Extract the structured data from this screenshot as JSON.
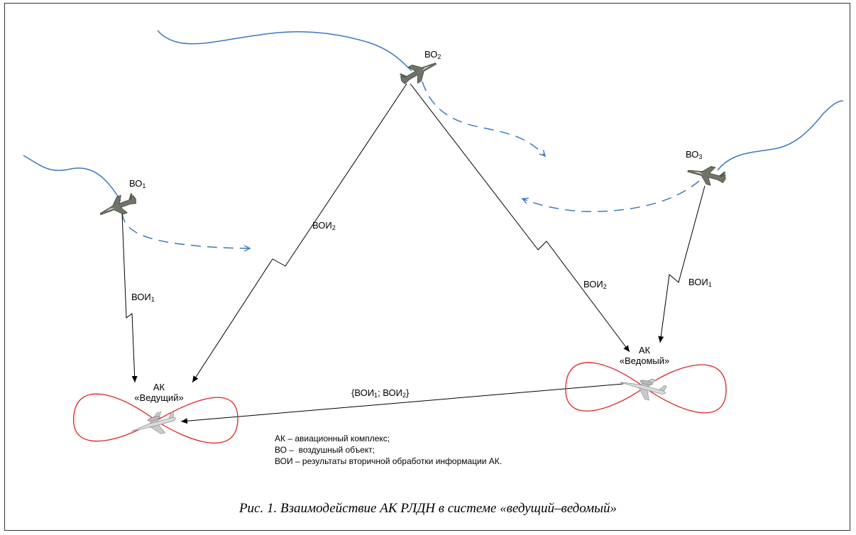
{
  "objects": {
    "bo1": {
      "label": "ВО",
      "sub": "1"
    },
    "bo2": {
      "label": "ВО",
      "sub": "2"
    },
    "bo3": {
      "label": "ВО",
      "sub": "3"
    }
  },
  "links": {
    "bo1_to_leader": {
      "label": "ВОИ",
      "sub": "1"
    },
    "bo2_to_leader": {
      "label": "ВОИ",
      "sub": "2"
    },
    "bo2_to_follower": {
      "label": "ВОИ",
      "sub": "2"
    },
    "bo3_to_follower": {
      "label": "ВОИ",
      "sub": "1"
    },
    "follower_to_leader": {
      "open": "{ВОИ",
      "sub1": "1",
      "mid": "; ВОИ",
      "sub2": "2",
      "close": "}"
    }
  },
  "complexes": {
    "leader": {
      "line1": "АК",
      "line2": "«Ведущий»"
    },
    "follower": {
      "line1": "АК",
      "line2": "«Ведомый»"
    }
  },
  "legend": [
    "АК – авиационный комплекс;",
    "ВО –  воздушный объект;",
    "ВОИ – результаты вторичной обработки информации АК."
  ],
  "caption": "Рис. 1. Взаимодействие АК РЛДН в системе «ведущий–ведомый»",
  "colors": {
    "trajectory": "#3a78c4",
    "orbit": "#e02020",
    "link": "#000000"
  },
  "icons": {
    "aircraft_object": "fighter-jet-icon",
    "complex": "awacs-aircraft-icon"
  }
}
